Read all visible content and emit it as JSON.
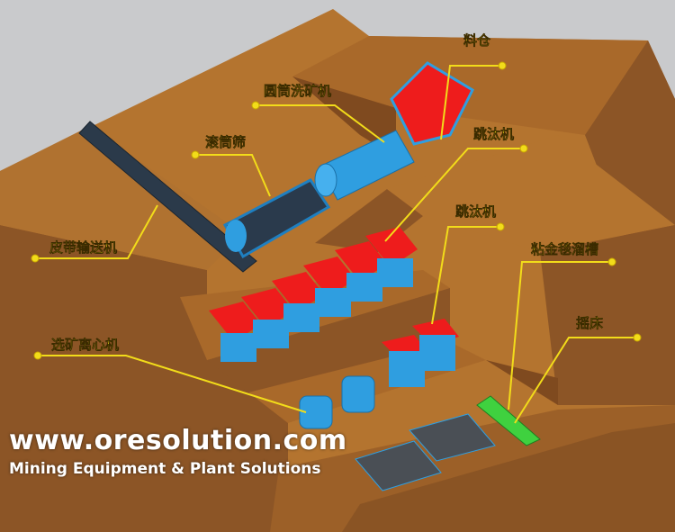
{
  "labels": {
    "hopper": "料仓",
    "drum_washer": "圆筒洗矿机",
    "trommel_screen": "滚筒筛",
    "jig_upper": "跳汰机",
    "jig_lower": "跳汰机",
    "belt_conveyor": "皮带输送机",
    "gold_carpet_sluice": "粘金毯溜槽",
    "shaking_table": "摇床",
    "centrifugal_concentrator": "选矿离心机"
  },
  "watermark": {
    "url": "www.oresolution.com",
    "tagline": "Mining Equipment & Plant Solutions"
  },
  "colors": {
    "earth_top": "#b4742f",
    "earth_side": "#8c5526",
    "equipment": "#2f9ee0",
    "hopper": "#ee1c1c",
    "label": "#f7e21b"
  }
}
